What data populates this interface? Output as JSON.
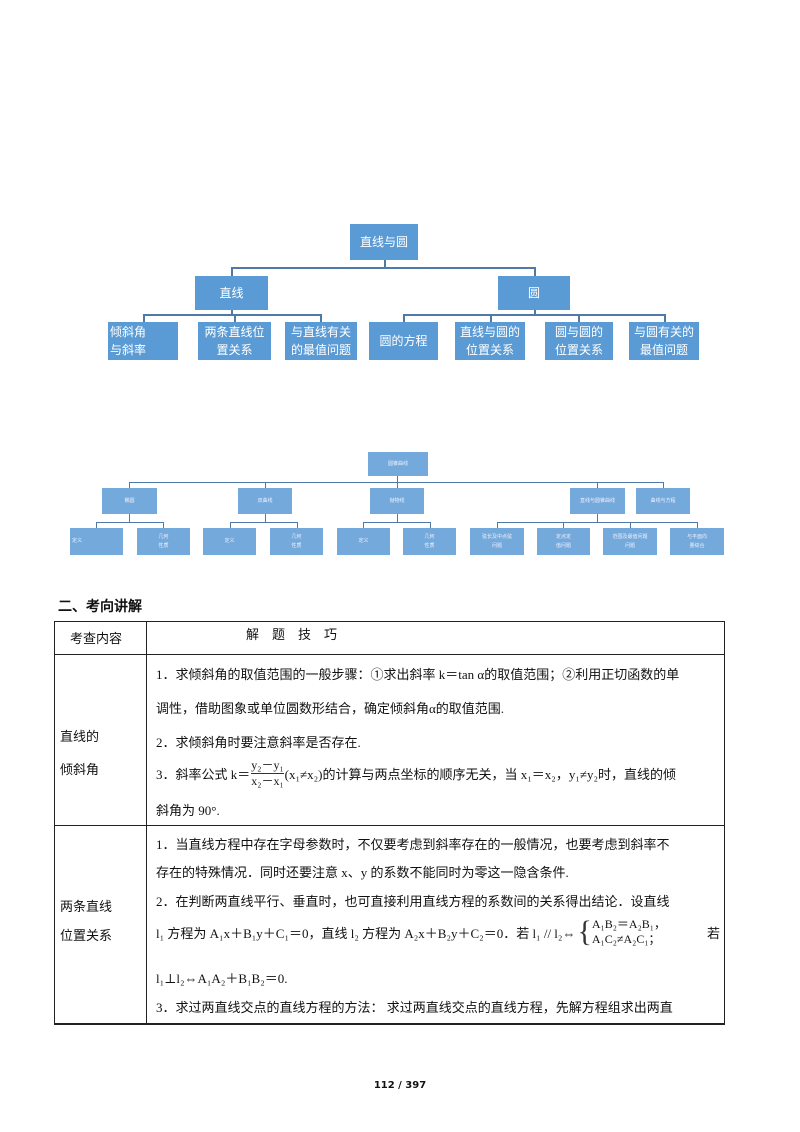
{
  "diagram1": {
    "root": "直线与圆",
    "children": [
      "直线",
      "圆"
    ],
    "leaves": [
      [
        "倾斜角",
        "与斜率"
      ],
      [
        "两条直线位",
        "置关系"
      ],
      [
        "与直线有关",
        "的最值问题"
      ],
      [
        "圆的方程"
      ],
      [
        "直线与圆的",
        "位置关系"
      ],
      [
        "圆与圆的",
        "位置关系"
      ],
      [
        "与圆有关的",
        "最值问题"
      ]
    ]
  },
  "diagram2": {
    "root": "圆锥曲线",
    "children": [
      "椭圆",
      "双曲线",
      "抛物线",
      "直线与圆锥曲线",
      "曲线与方程"
    ],
    "leaves": [
      [
        "定义"
      ],
      [
        "几何",
        "性质"
      ],
      [
        "定义"
      ],
      [
        "几何",
        "性质"
      ],
      [
        "定义"
      ],
      [
        "几何",
        "性质"
      ],
      [
        "弦长及中点弦",
        "问题"
      ],
      [
        "定点定",
        "值问题"
      ],
      [
        "范围及最值问题",
        "问题"
      ],
      [
        "与平面向",
        "量综合"
      ]
    ]
  },
  "section_title": "二、考向讲解",
  "table": {
    "headers": [
      "考查内容",
      "解　题　技　巧"
    ],
    "rows": [
      {
        "topic": [
          "直线的",
          "倾斜角"
        ],
        "lines": [
          "1．求倾斜角的取值范围的一般步骤：①求出斜率 k＝tan α的取值范围；②利用正切函数的单",
          "调性，借助图象或单位圆数形结合，确定倾斜角α的取值范围.",
          "2．求倾斜角时要注意斜率是否存在.",
          "3．斜率公式 k＝",
          "(x₁≠x₂)的计算与两点坐标的顺序无关，当 x₁＝x₂，y₁≠y₂时，直线的倾",
          "斜角为 90°."
        ],
        "fraction": {
          "numerator": "y₂－y₁",
          "denominator": "x₂－x₁"
        }
      },
      {
        "topic": [
          "两条直线",
          "位置关系"
        ],
        "lines": [
          "1．当直线方程中存在字母参数时，不仅要考虑到斜率存在的一般情况，也要考虑到斜率不",
          "存在的特殊情况．同时还要注意 x、y 的系数不能同时为零这一隐含条件.",
          "2．在判断两直线平行、垂直时，也可直接利用直线方程的系数间的关系得出结论．设直线",
          "l₁ 方程为 A₁x＋B₁y＋C₁＝0，直线 l₂ 方程为 A₂x＋B₂y＋C₂＝0．若 l₁ // l₂⇔",
          "若",
          "l₁⊥l₂⇔A₁A₂＋B₁B₂＝0.",
          "3．求过两直线交点的直线方程的方法： 求过两直线交点的直线方程，先解方程组求出两直"
        ],
        "system": [
          "A₁B₂＝A₂B₁，",
          "A₁C₂≠A₂C₁；"
        ]
      }
    ]
  },
  "page_number": "112 / 397"
}
